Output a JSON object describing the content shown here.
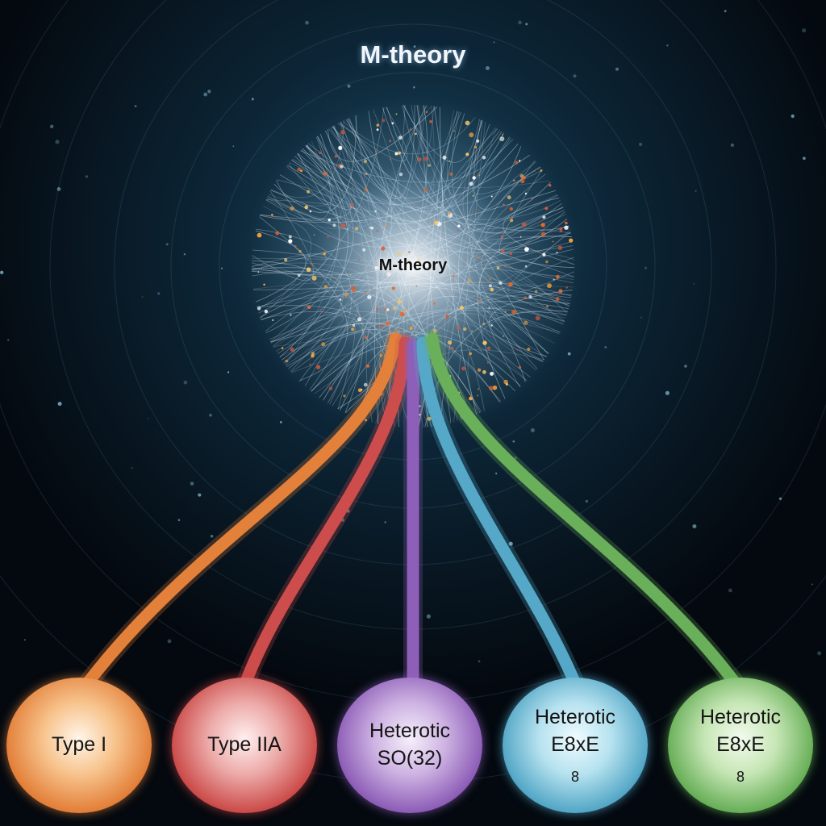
{
  "title": "M-theory",
  "core_label": "M-theory",
  "colors": {
    "background": "#061019",
    "type_i": "#e3803a",
    "type_iia": "#cc4d4b",
    "heterotic_so32": "#8e5fb8",
    "heterotic_e8_a": "#55a8c7",
    "heterotic_e8_b": "#6ab05a"
  },
  "nodes": [
    {
      "line1": "Type I",
      "line2": ""
    },
    {
      "line1": "Type IIA",
      "line2": ""
    },
    {
      "line1": "Heterotic",
      "line2": "SO(32)"
    },
    {
      "line1": "Heterotic",
      "line2": "E8xE",
      "line2_sub": "8"
    },
    {
      "line1": "Heterotic",
      "line2": "E8xE",
      "line2_sub": "8"
    }
  ]
}
